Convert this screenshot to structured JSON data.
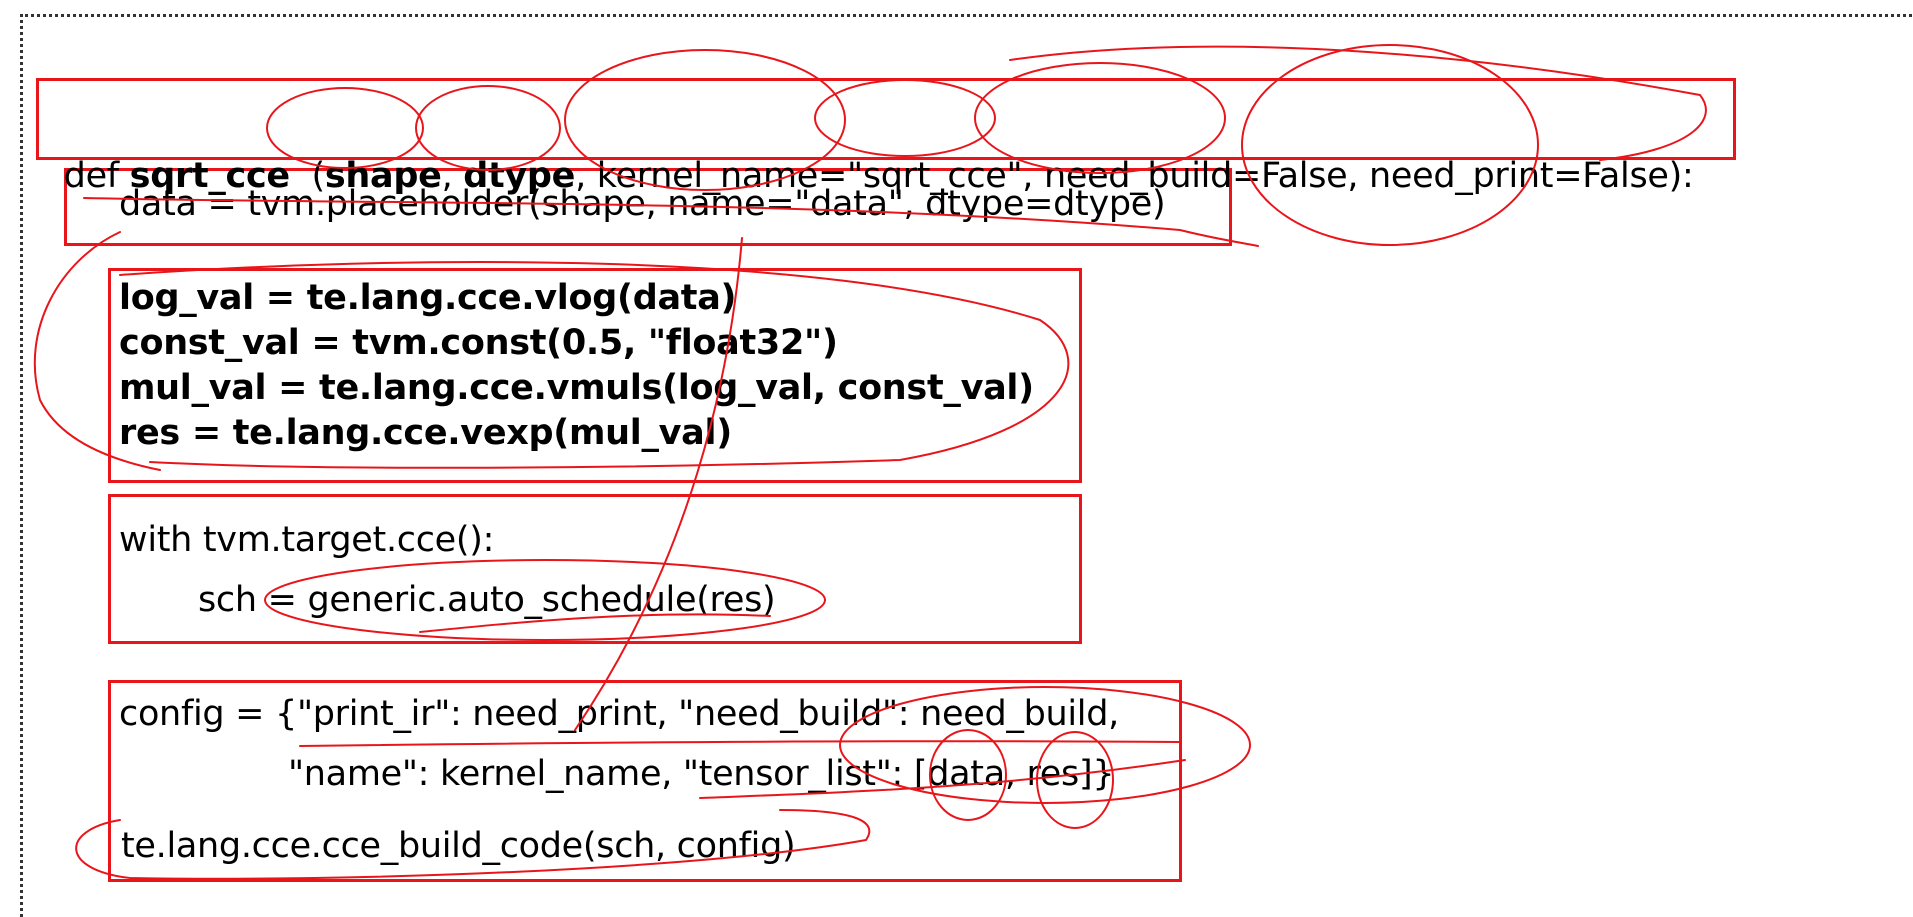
{
  "code": {
    "def_line": {
      "kw": "def ",
      "func": "sqrt_cce",
      "open": "  (",
      "p1": "shape",
      "sep1": ", ",
      "p2": "dtype",
      "rest": ", kernel_name=\"sqrt_cce\", need_build=False, need_print=False):"
    },
    "placeholder_line": "data = tvm.placeholder(shape, name=\"data\", dtype=dtype)",
    "compute_lines": [
      "log_val = te.lang.cce.vlog(data)",
      "const_val = tvm.const(0.5, \"float32\")",
      "mul_val = te.lang.cce.vmuls(log_val, const_val)",
      "res = te.lang.cce.vexp(mul_val)"
    ],
    "schedule_lines": [
      "with tvm.target.cce():",
      "sch = generic.auto_schedule(res)"
    ],
    "config_lines": [
      "config = {\"print_ir\": need_print, \"need_build\": need_build,",
      "\"name\": kernel_name, \"tensor_list\": [data, res]}"
    ],
    "build_line": "te.lang.cce.cce_build_code(sch, config)"
  },
  "annotation_color": "#e8161b"
}
